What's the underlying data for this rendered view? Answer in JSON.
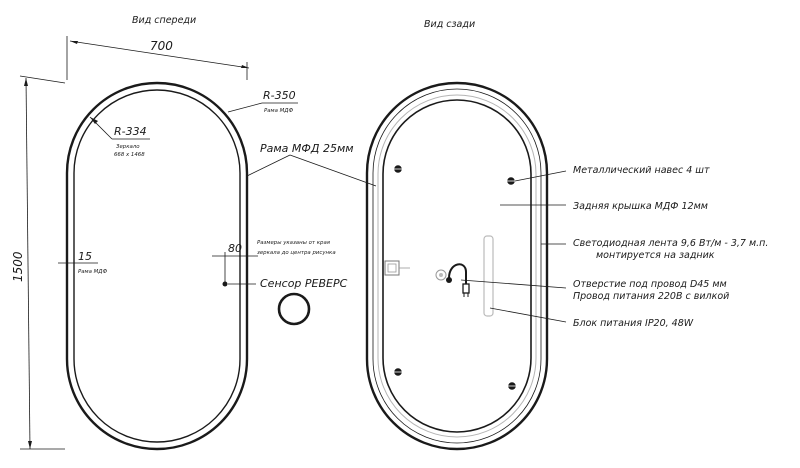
{
  "views": {
    "front": "Вид спереди",
    "back": "Вид сзади"
  },
  "dimensions": {
    "width": "700",
    "height": "1500",
    "outer_radius": "R-350",
    "outer_radius_note": "Рама МДФ",
    "inner_radius": "R-334",
    "mirror_note_1": "Зеркало",
    "mirror_note_2": "668 х 1468",
    "frame_width": "15",
    "frame_width_note": "Рама МДФ",
    "sensor_offset": "80",
    "sensor_note_1": "Размеры указаны от края",
    "sensor_note_2": "зеркала до центра рисунка"
  },
  "labels": {
    "frame": "Рама МФД 25мм",
    "sensor": "Сенсор РЕВЕРС",
    "hanger": "Металлический навес 4 шт",
    "back_cover": "Задняя крышка МДФ 12мм",
    "led_line1": "Светодиодная лента 9,6 Вт/м - 3,7 м.п.",
    "led_line2": "монтируется на задник",
    "cable_line1": "Отверстие под провод D45 мм",
    "cable_line2": "Провод питания 220В с вилкой",
    "power_unit": "Блок питания IP20, 48W"
  }
}
